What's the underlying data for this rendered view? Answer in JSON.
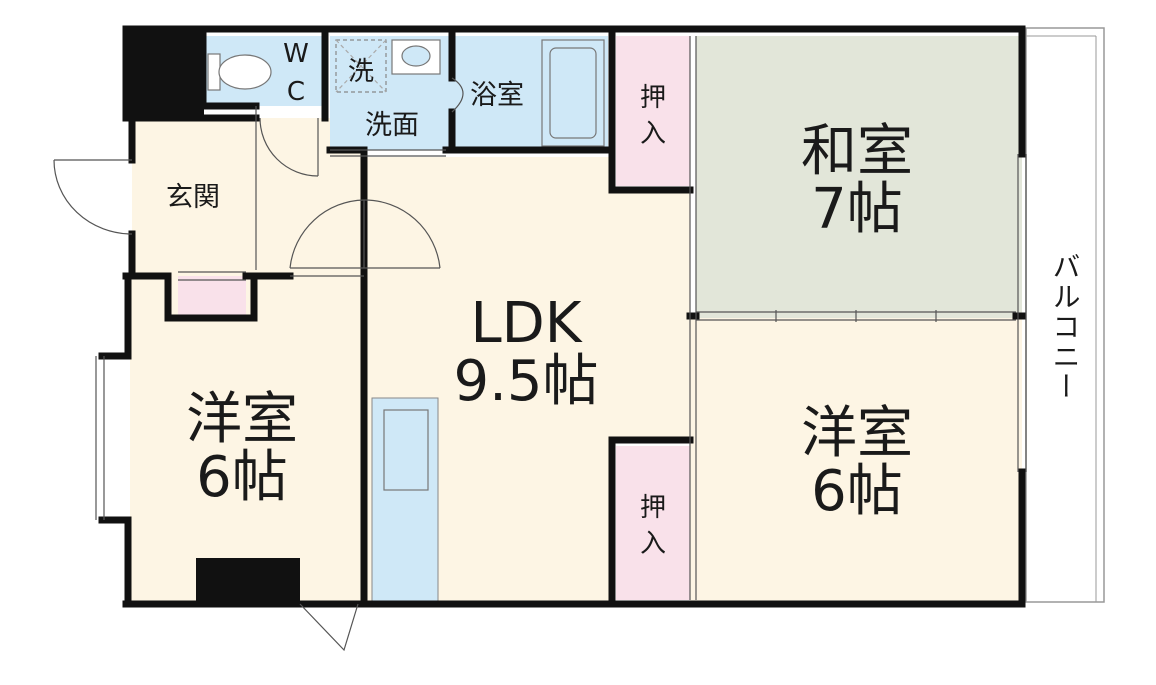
{
  "rooms": {
    "wc": {
      "label_w": "W",
      "label_c": "C"
    },
    "washer": {
      "label": "洗"
    },
    "washroom": {
      "label": "洗面"
    },
    "bath": {
      "label": "浴室"
    },
    "entrance": {
      "label": "玄関"
    },
    "closet_top": {
      "label_1": "押",
      "label_2": "入"
    },
    "closet_bottom": {
      "label_1": "押",
      "label_2": "入"
    },
    "washitsu": {
      "name": "和室",
      "size": "7帖"
    },
    "ldk": {
      "name": "LDK",
      "size": "9.5帖"
    },
    "western_left": {
      "name": "洋室",
      "size": "6帖"
    },
    "western_right": {
      "name": "洋室",
      "size": "6帖"
    },
    "balcony": {
      "label": "バルコニー"
    }
  },
  "colors": {
    "floor": "#fdf5e4",
    "tatami": "#e2e6d9",
    "water": "#cfe8f7",
    "closet": "#f9e1ea",
    "wall": "#111111"
  }
}
